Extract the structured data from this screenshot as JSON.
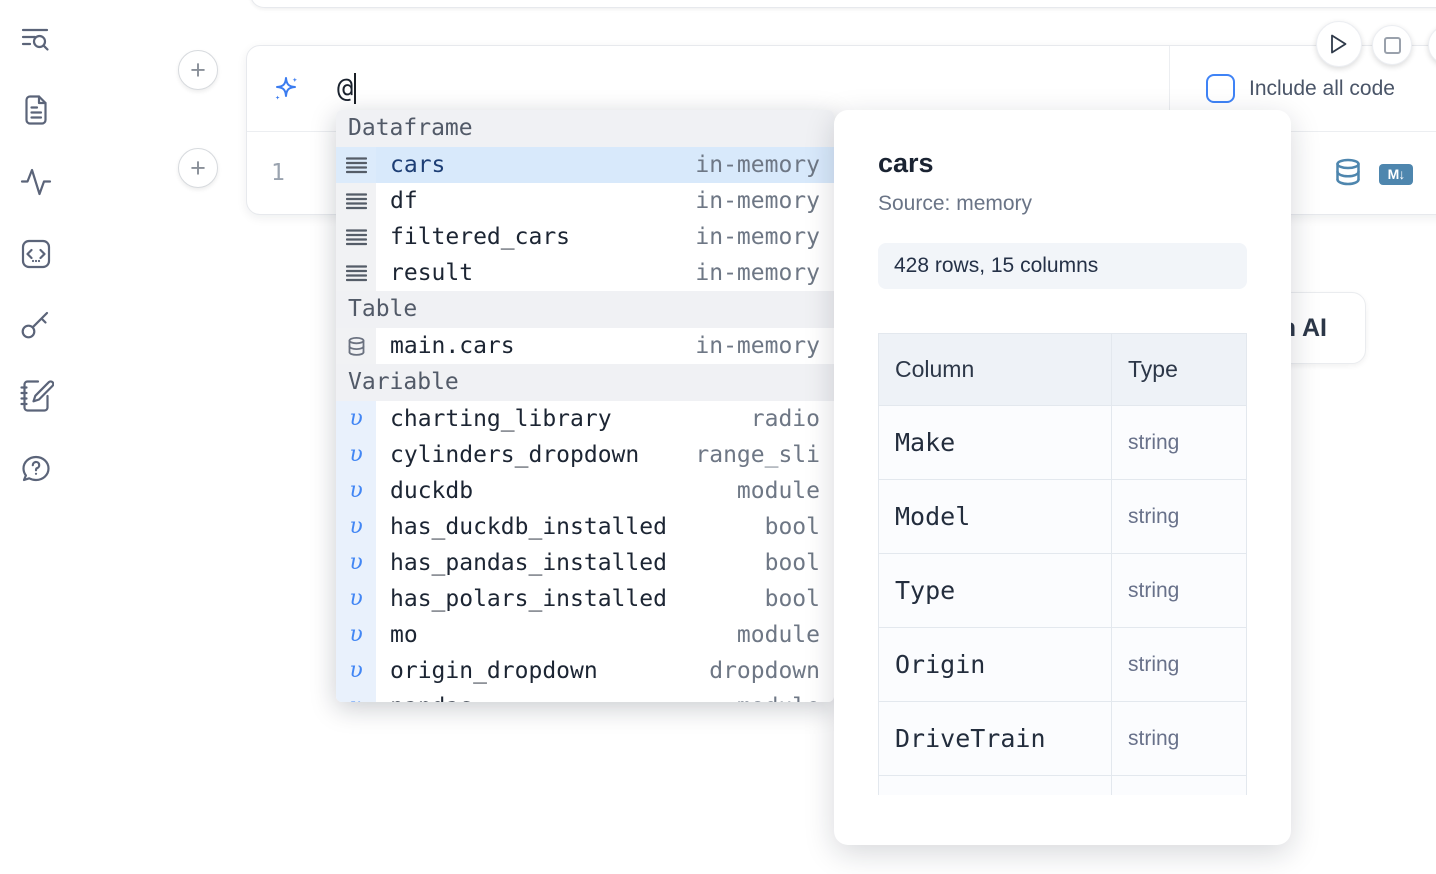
{
  "colors": {
    "accent_blue": "#3b82f6",
    "selection_bg": "#d8e9fb",
    "steel_blue": "#4e86ae"
  },
  "sidebar": {
    "icons": [
      "list-search",
      "file-text",
      "activity",
      "code-square",
      "key",
      "notebook-pen",
      "help-bubble"
    ]
  },
  "cell": {
    "add_button_label": "+",
    "ai_prompt_value": "@",
    "include_all_code_label": "Include all code",
    "line_number": "1",
    "markdown_badge": "M↓"
  },
  "autocomplete": {
    "variable_glyph": "υ",
    "sections": [
      {
        "label": "Dataframe",
        "items": [
          {
            "name": "cars",
            "type": "in-memory",
            "selected": true
          },
          {
            "name": "df",
            "type": "in-memory"
          },
          {
            "name": "filtered_cars",
            "type": "in-memory"
          },
          {
            "name": "result",
            "type": "in-memory"
          }
        ]
      },
      {
        "label": "Table",
        "items": [
          {
            "name": "main.cars",
            "type": "in-memory"
          }
        ]
      },
      {
        "label": "Variable",
        "items": [
          {
            "name": "charting_library",
            "type": "radio"
          },
          {
            "name": "cylinders_dropdown",
            "type": "range_sli"
          },
          {
            "name": "duckdb",
            "type": "module"
          },
          {
            "name": "has_duckdb_installed",
            "type": "bool"
          },
          {
            "name": "has_pandas_installed",
            "type": "bool"
          },
          {
            "name": "has_polars_installed",
            "type": "bool"
          },
          {
            "name": "mo",
            "type": "module"
          },
          {
            "name": "origin_dropdown",
            "type": "dropdown"
          },
          {
            "name": "pandas",
            "type": "module"
          }
        ]
      }
    ]
  },
  "preview": {
    "title": "cars",
    "source_label": "Source: memory",
    "shape_label": "428 rows, 15 columns",
    "table": {
      "col_header": "Column",
      "type_header": "Type",
      "rows": [
        {
          "column": "Make",
          "type": "string"
        },
        {
          "column": "Model",
          "type": "string"
        },
        {
          "column": "Type",
          "type": "string"
        },
        {
          "column": "Origin",
          "type": "string"
        },
        {
          "column": "DriveTrain",
          "type": "string"
        }
      ]
    }
  },
  "ai_button": {
    "label": "Generate with AI"
  }
}
